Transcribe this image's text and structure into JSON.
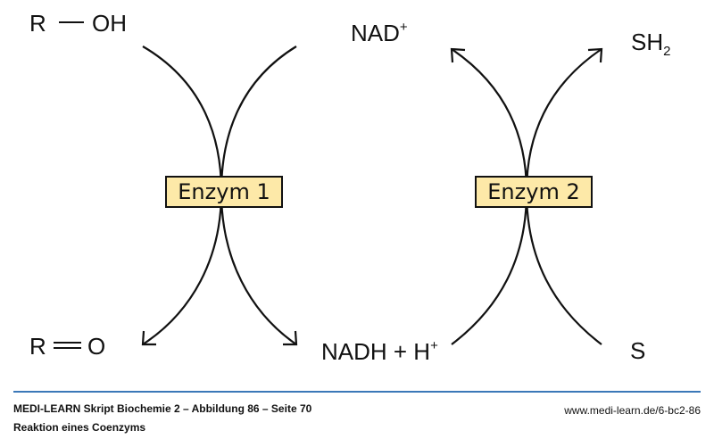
{
  "diagram": {
    "labels": {
      "r_oh_r": "R",
      "r_oh_oh": "OH",
      "r_o_r": "R",
      "r_o_o": "O",
      "nad_plus": "NAD",
      "nad_plus_sup": "+",
      "nadh": "NADH + H",
      "nadh_sup": "+",
      "sh2": "SH",
      "sh2_sub": "2",
      "s": "S"
    },
    "enzymes": {
      "enzyme1": "Enzym 1",
      "enzyme2": "Enzym 2"
    }
  },
  "footer": {
    "source": "MEDI-LEARN Skript Biochemie 2 – Abbildung 86 – Seite 70",
    "caption": "Reaktion eines Coenzyms",
    "url": "www.medi-learn.de/6-bc2-86"
  }
}
